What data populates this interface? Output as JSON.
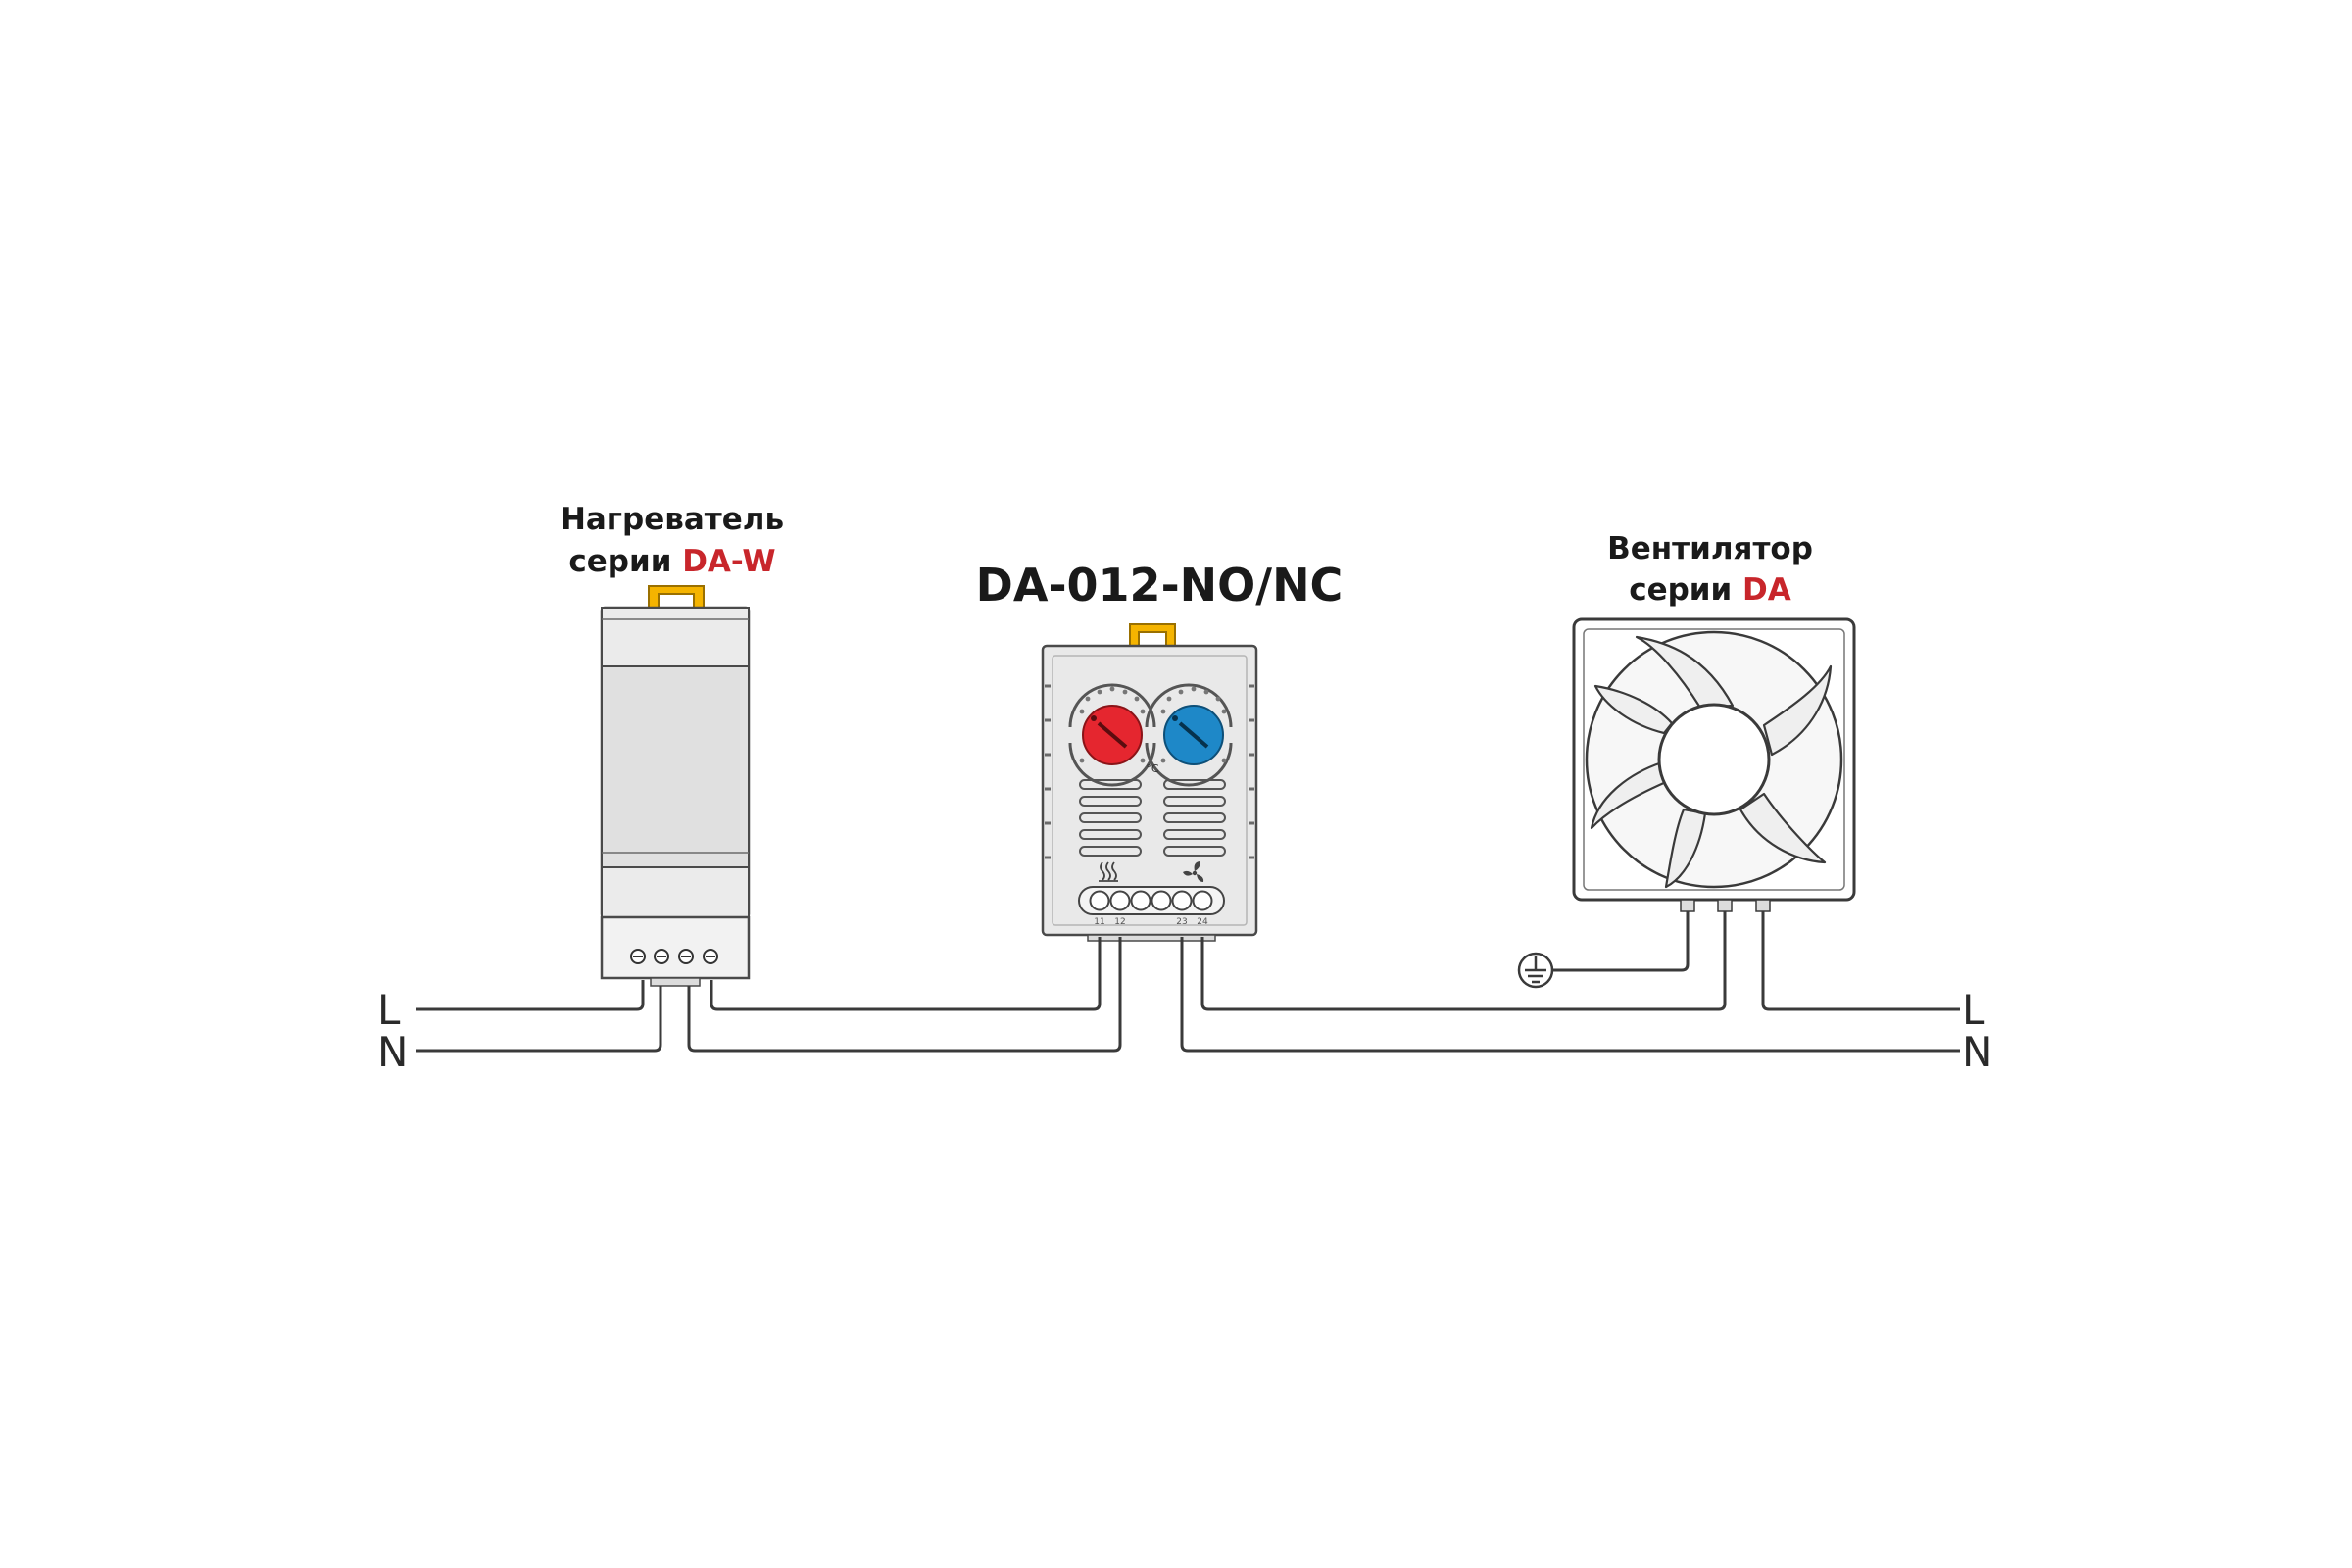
{
  "title": "DA-012-NO/NC",
  "heater": {
    "line1": "Нагреватель",
    "line2_prefix": "серии ",
    "line2_accent": "DA-W"
  },
  "fan": {
    "line1": "Вентилятор",
    "line2_prefix": "серии ",
    "line2_accent": "DA"
  },
  "thermostat": {
    "unit": "°C",
    "terminals": [
      "11",
      "12",
      "23",
      "24"
    ]
  },
  "lines": {
    "left_l": "L",
    "left_n": "N",
    "right_l": "L",
    "right_n": "N"
  },
  "colors": {
    "accent": "#c8262b",
    "heat_dial": "#e5262f",
    "cool_dial": "#1e88c8",
    "clip": "#f5b400",
    "housing": "#e9e9e9",
    "outline": "#4a4a4a"
  }
}
